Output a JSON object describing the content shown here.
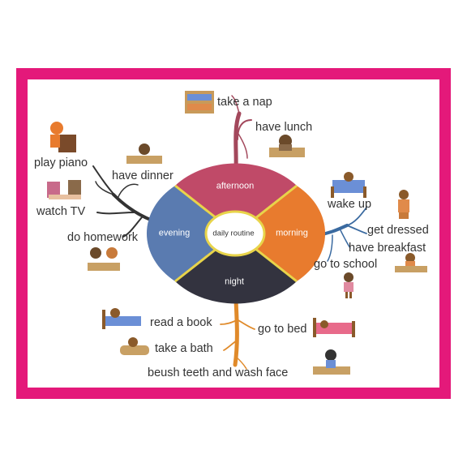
{
  "center": "daily routine",
  "segments": {
    "afternoon": "afternoon",
    "morning": "morning",
    "night": "night",
    "evening": "evening"
  },
  "activities": {
    "take_a_nap": "take a nap",
    "have_lunch": "have lunch",
    "wake_up": "wake up",
    "get_dressed": "get dressed",
    "have_breakfast": "have breakfast",
    "go_to_school": "go to school",
    "go_to_bed": "go to bed",
    "beush_teeth": "beush teeth and wash face",
    "read_a_book": "read a book",
    "take_a_bath": "take a bath",
    "play_piano": "play piano",
    "have_dinner": "have dinner",
    "watch_tv": "watch TV",
    "do_homework": "do homework"
  },
  "colors": {
    "border": "#e4197a",
    "afternoon": "#c04a68",
    "morning": "#e87b2e",
    "night": "#33333f",
    "evening": "#5a7bb0",
    "ring": "#e8d44a",
    "branch_afternoon": "#a3485c",
    "branch_morning": "#3a6aa0",
    "branch_night": "#e08a2a",
    "branch_evening": "#333333"
  },
  "icons": [
    "napping-kids-icon",
    "eating-lunch-icon",
    "waking-child-icon",
    "dressing-child-icon",
    "breakfast-icon",
    "schoolgirl-icon",
    "sleeping-child-icon",
    "brushing-teeth-icon",
    "reading-child-icon",
    "bathtub-icon",
    "piano-player-icon",
    "dinner-icon",
    "tv-watching-icon",
    "homework-icon"
  ]
}
